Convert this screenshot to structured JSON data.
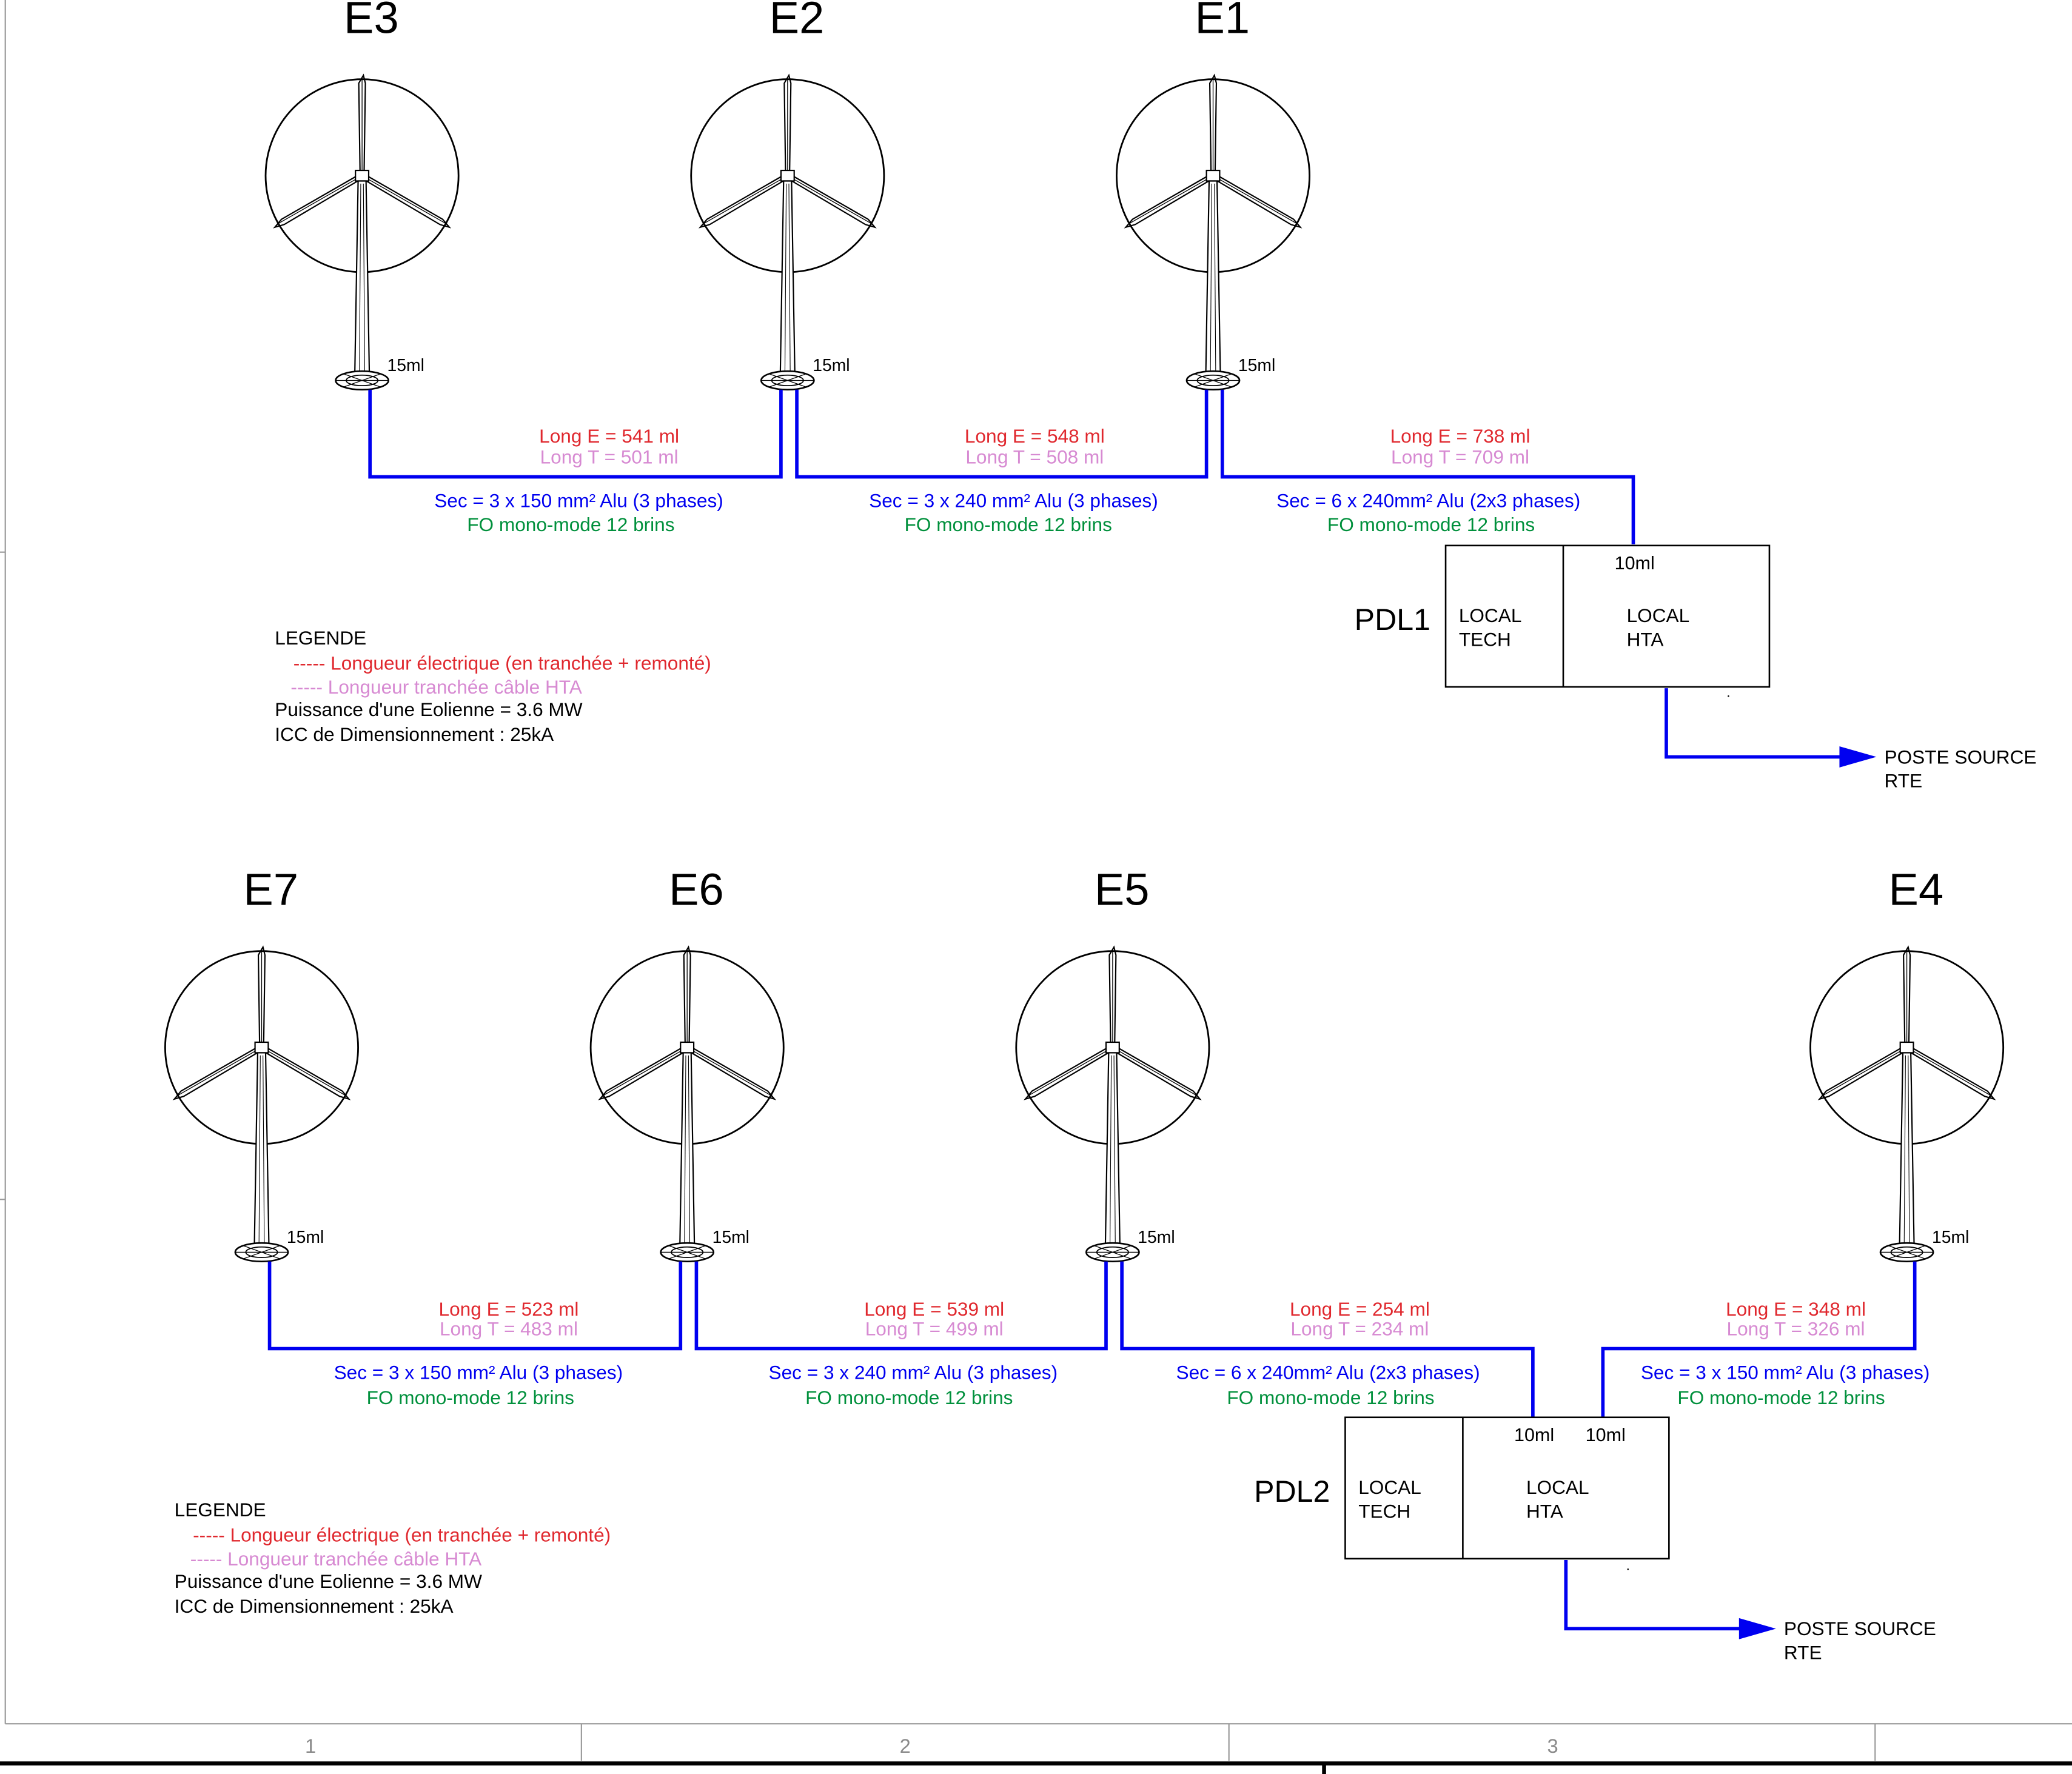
{
  "colors": {
    "cable": "#0000f0",
    "long_e": "#e0282e",
    "long_t": "#d78ad2",
    "fo": "#00903c",
    "outline": "#000000",
    "frame": "#8a8a8a"
  },
  "top": {
    "turbines": [
      {
        "label": "E3",
        "len": "15ml"
      },
      {
        "label": "E2",
        "len": "15ml"
      },
      {
        "label": "E1",
        "len": "15ml"
      }
    ],
    "segments": [
      {
        "long_e": "Long E = 541 ml",
        "long_t": "Long T = 501 ml",
        "sec": "Sec = 3 x 150 mm² Alu (3 phases)",
        "fo": "FO mono-mode 12 brins"
      },
      {
        "long_e": "Long E = 548 ml",
        "long_t": "Long T = 508 ml",
        "sec": "Sec = 3 x 240 mm² Alu (3 phases)",
        "fo": "FO mono-mode 12 brins"
      },
      {
        "long_e": "Long E = 738 ml",
        "long_t": "Long T = 709 ml",
        "sec": "Sec = 6 x 240mm² Alu (2x3 phases)",
        "fo": "FO mono-mode 12 brins"
      }
    ],
    "pdl": {
      "name": "PDL1",
      "tech1": "LOCAL",
      "tech2": "TECH",
      "hta1": "LOCAL",
      "hta2": "HTA",
      "len": "10ml"
    },
    "poste": {
      "line1": "POSTE SOURCE",
      "line2": "RTE"
    },
    "legend": {
      "title": "LEGENDE",
      "elec": "----- Longueur électrique (en tranchée + remonté)",
      "tranchee": "----- Longueur tranchée câble HTA",
      "puissance": "Puissance d'une Eolienne = 3.6 MW",
      "icc": "ICC de Dimensionnement : 25kA"
    }
  },
  "bottom": {
    "turbines": [
      {
        "label": "E7",
        "len": "15ml"
      },
      {
        "label": "E6",
        "len": "15ml"
      },
      {
        "label": "E5",
        "len": "15ml"
      },
      {
        "label": "E4",
        "len": "15ml"
      }
    ],
    "segments": [
      {
        "long_e": "Long E = 523 ml",
        "long_t": "Long T = 483 ml",
        "sec": "Sec = 3 x 150 mm² Alu (3 phases)",
        "fo": "FO mono-mode 12 brins"
      },
      {
        "long_e": "Long E = 539 ml",
        "long_t": "Long T = 499 ml",
        "sec": "Sec = 3 x 240 mm² Alu (3 phases)",
        "fo": "FO mono-mode 12 brins"
      },
      {
        "long_e": "Long E = 254 ml",
        "long_t": "Long T = 234 ml",
        "sec": "Sec = 6 x 240mm² Alu (2x3 phases)",
        "fo": "FO mono-mode 12 brins"
      },
      {
        "long_e": "Long E = 348 ml",
        "long_t": "Long T = 326 ml",
        "sec": "Sec = 3 x 150 mm² Alu (3 phases)",
        "fo": "FO mono-mode 12 brins"
      }
    ],
    "pdl": {
      "name": "PDL2",
      "tech1": "LOCAL",
      "tech2": "TECH",
      "hta1": "LOCAL",
      "hta2": "HTA",
      "len_a": "10ml",
      "len_b": "10ml"
    },
    "poste": {
      "line1": "POSTE SOURCE",
      "line2": "RTE"
    },
    "legend": {
      "title": "LEGENDE",
      "elec": "----- Longueur électrique (en tranchée + remonté)",
      "tranchee": "----- Longueur tranchée câble HTA",
      "puissance": "Puissance d'une Eolienne = 3.6 MW",
      "icc": "ICC de Dimensionnement : 25kA"
    }
  },
  "frame": {
    "columns": [
      "1",
      "2",
      "3"
    ]
  }
}
